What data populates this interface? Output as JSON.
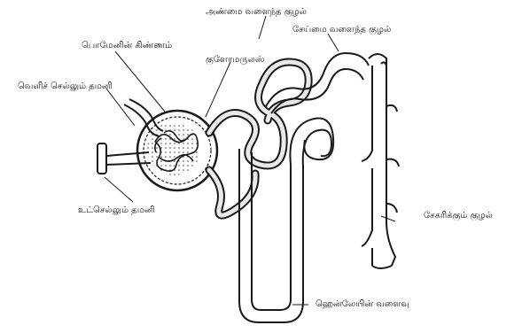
{
  "labels": {
    "bowman_capsule": "பொமேனின் கிண்ணம்",
    "efferent_arteriole": "வெளிச் செல்லும் தமனி",
    "afferent_arteriole": "உட்செல்லும் தமனி",
    "glomerulus": "குளோமருலஸ்",
    "proximal_tubule": "அண்மை வளைந்த குழல்",
    "distal_tubule": "சேய்மை வளைந்த குழல்",
    "collecting_duct": "சேகரிக்கும் குழல்",
    "loop_of_henle": "ஹென்லேயின் வளைவு"
  },
  "colors": {
    "ink": "#1a1a1a",
    "tubule_fill": "#e9e9e9",
    "background": "#ffffff"
  }
}
